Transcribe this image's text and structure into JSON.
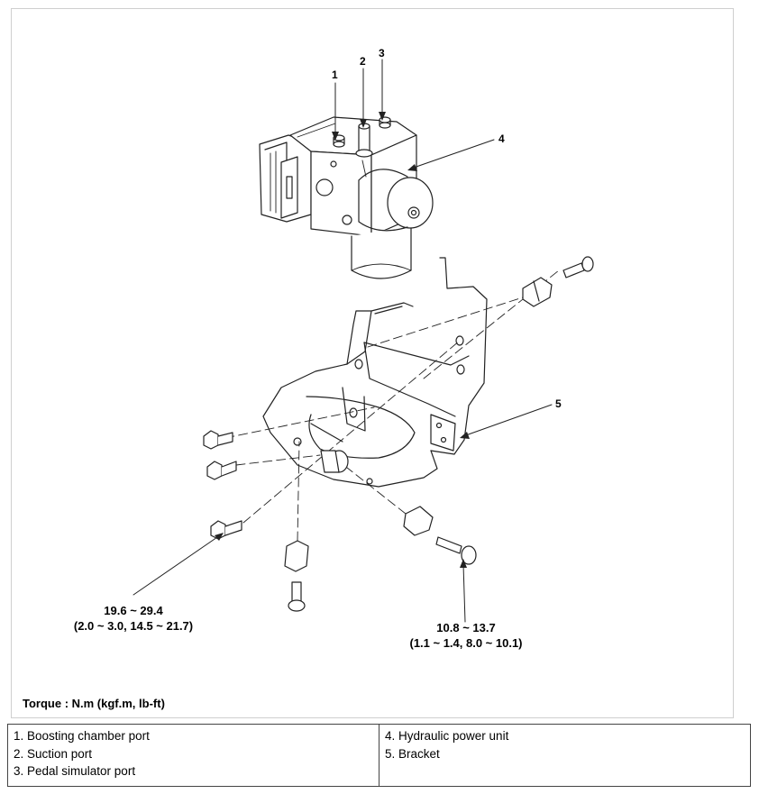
{
  "callouts": {
    "c1": "1",
    "c2": "2",
    "c3": "3",
    "c4": "4",
    "c5": "5"
  },
  "torque_specs": {
    "left": {
      "nm": "19.6 ~ 29.4",
      "alt": "(2.0 ~ 3.0, 14.5 ~ 21.7)"
    },
    "right": {
      "nm": "10.8 ~ 13.7",
      "alt": "(1.1 ~ 1.4, 8.0 ~ 10.1)"
    }
  },
  "torque_units": "Torque : N.m (kgf.m, lb-ft)",
  "legend": {
    "left": [
      "1. Boosting chamber port",
      "2. Suction port",
      "3. Pedal simulator port"
    ],
    "right": [
      "4. Hydraulic power unit",
      "5. Bracket"
    ]
  }
}
